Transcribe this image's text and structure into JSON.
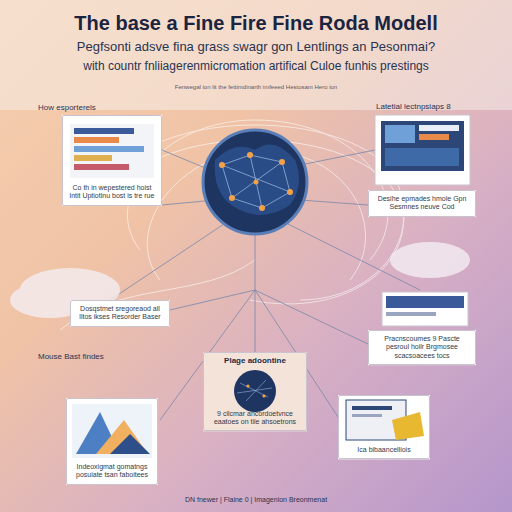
{
  "diagram": {
    "title": "The base a Fine Fire Fine Roda Modell",
    "nodes": [
      {
        "text": [
          "Co th in wepestered hoist lntit Uptiotlnu bost is tre rue"
        ]
      },
      {
        "text": [
          "Desihe epmades hmole Gpn Sesmnes neuve Cod"
        ]
      },
      {
        "text": [
          "Dosqstmet sregoreaod all lltos ikses Resorder Baser"
        ]
      },
      {
        "text": [
          "Pracnscoumes 9 Pascte pesroul hoilr Brgmosee scacsoacees tocs"
        ]
      },
      {
        "text": [
          "Plage adoontine",
          "9 cilcmar ancordoetvnce eaatoes on tile ahsoetrons"
        ]
      },
      {
        "text": [
          "Indeoxigmat gomatngs posuiate tsan faboitees"
        ]
      },
      {
        "text": [
          "Ica bibaancelliois"
        ]
      }
    ],
    "labels": [
      "Pegfsonti adsve fina grass swagr gon Lentlings an Pesonmai?",
      "with countr fnliiagerenmicromation artifical Culoe funhis prestings",
      "Fenwegal ion lit the fettimdinarth imfeeed Hestosam Hero ion",
      "How esporterels",
      "Latetial lectnpsiaps 8",
      "Mouse Bast findes",
      "DN fnewer | Flaine 0 | Imagenion Breonmenat"
    ]
  }
}
